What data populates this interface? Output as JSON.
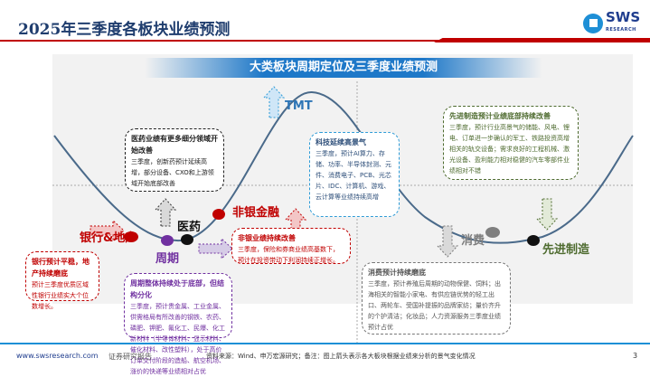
{
  "header": {
    "title": "2025年三季度各板块业绩预测",
    "logo_text": "SWS",
    "logo_sub": "RESEARCH"
  },
  "banner": "大类板块周期定位及三季度业绩预测",
  "labels": {
    "bank": "银行&地产",
    "cycle": "周期",
    "pharma": "医药",
    "nonbank": "非银金融",
    "tmt": "TMT",
    "consumer": "消费",
    "advanced": "先进制造"
  },
  "boxes": {
    "pharma": {
      "head": "医药业绩有更多细分领域开始改善",
      "body": "三季度，创新药预计延续高增，部分设备、CXO和上游领域开始底部改善"
    },
    "tmt": {
      "head": "科技延续高景气",
      "body": "三季度，预计AI算力、存储、功率、半导体封测、元件、消费电子、PCB、光芯片、IDC、计算机、游戏、云计算等业绩持续高增"
    },
    "advanced": {
      "head": "先进制造预计业绩底部持续改善",
      "body": "三季度，预计行业高景气的储能、风电、锂电、订单进一步确认的军工、铁路投资高增相关的轨交设备；需求良好的工程机械、激光设备、盈利能力相对稳健的汽车零部件业绩相对不错"
    },
    "bank": {
      "head": "银行预计平稳，地产持续磨底",
      "body": "预计三季度优质区域性银行业绩实大个位数增长。"
    },
    "nonbank": {
      "head": "非银业绩持续改善",
      "body": "三季度，保险和券商业绩高基数下，预计在投资带动下利润持续正增长。"
    },
    "cycle": {
      "head": "周期整体持续处于底部，但结构分化",
      "body": "三季度，预计贵金属、工业金属、供需格局有所改善的钢铁、农药、磷肥、钾肥、氟化工、民爆、化工新材料（半导体材料、显示材料、催化材料、改性塑料），处于高价订单交付阶段的造船、航空机场、涨价的快递等业绩相对占优"
    },
    "consumer": {
      "head": "消费预计持续磨底",
      "body": "三季度，预计养殖后周期的动物保健、饲料；出海相关的智能小家电、有供应链优势的轻工出口、两轮车、受国补提振的品牌家纺；量价齐升的个护清洁；化妆品；人力资源服务三季度业绩预计占优"
    }
  },
  "colors": {
    "red": "#c00000",
    "purple": "#7030a0",
    "blue": "#2e75b6",
    "green": "#4e6b2f",
    "gray": "#595959"
  },
  "footer": {
    "url": "www.swsresearch.com",
    "report": "证券研究报告",
    "source": "资料来源：Wind、申万宏源研究；备注：图上箭头表示各大板块根据业绩来分析的景气变化情况",
    "page": "3"
  }
}
